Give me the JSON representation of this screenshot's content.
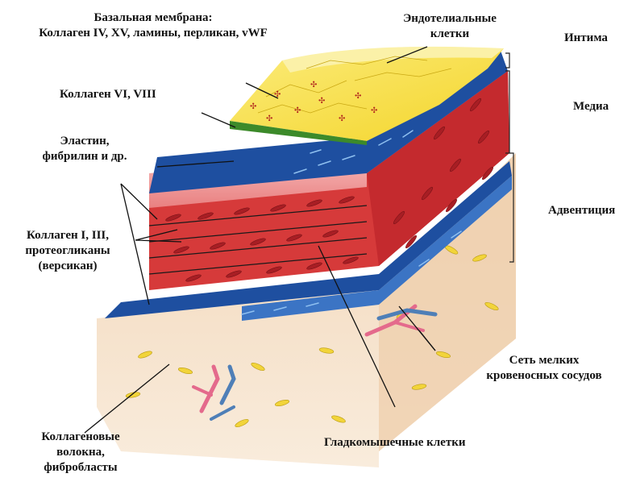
{
  "labels": {
    "basement_membrane": {
      "line1": "Базальная мембрана:",
      "line2": "Коллаген IV, XV, ламины, перликан, vWF"
    },
    "endothelial": {
      "line1": "Эндотелиальные",
      "line2": "клетки"
    },
    "collagen_vi_viii": "Коллаген VI, VIII",
    "elastin": {
      "line1": "Эластин,",
      "line2": "фибрилин и др."
    },
    "collagen_i_iii": {
      "line1": "Коллаген I, III,",
      "line2": "протеогликаны",
      "line3": "(версикан)"
    },
    "intima": "Интима",
    "media": "Медиа",
    "adventitia": "Адвентиция",
    "small_vessels": {
      "line1": "Сеть мелких",
      "line2": "кровеносных сосудов"
    },
    "smooth_muscle": "Гладкомышечные клетки",
    "collagen_fibers": {
      "line1": "Коллагеновые",
      "line2": "волокна,",
      "line3": "фибробласты"
    }
  },
  "colors": {
    "intima_yellow": "#f7e03c",
    "intima_light": "#fbf1a8",
    "basement_green": "#3c8a2a",
    "elastic_blue": "#1e4fa0",
    "elastic_blue_light": "#3b74c4",
    "media_red": "#d63a3a",
    "media_red_dark": "#a81e24",
    "media_pink_top": "#f2a3a3",
    "adventitia_tan": "#ecc9a2",
    "adventitia_light": "#f6e2cd",
    "vessel_pink": "#e46a8c",
    "vessel_blue": "#4f7fb7",
    "fibroblast_yellow": "#f2d43a",
    "label_text": "#111111"
  }
}
